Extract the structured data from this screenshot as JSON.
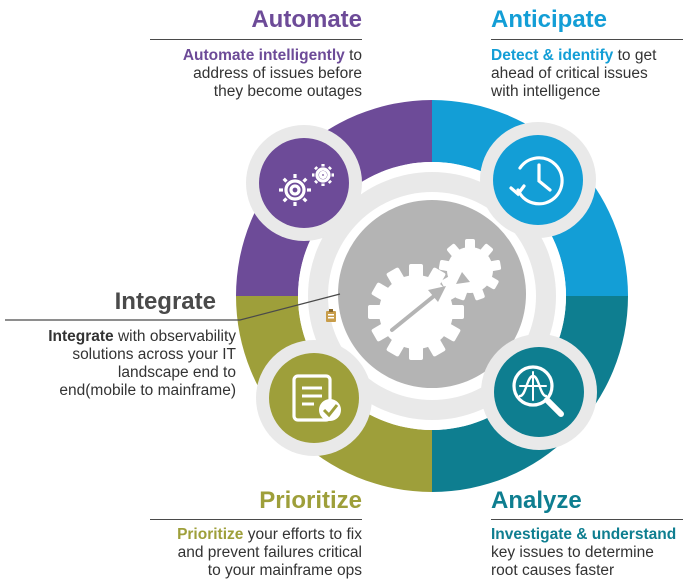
{
  "colors": {
    "automate": "#6d4b98",
    "anticipate": "#139ed6",
    "analyze": "#0e7e90",
    "prioritize": "#9e9f3a",
    "hub": "#b4b4b4",
    "ring": "#e9e9e9",
    "text": "#333333",
    "leader": "#4a4a4a"
  },
  "automate": {
    "title": "Automate",
    "desc_bold": "Automate intelligently",
    "desc_rest1": " to",
    "desc_line2": "address of issues before",
    "desc_line3": "they become outages",
    "icon": "gears-icon"
  },
  "anticipate": {
    "title": "Anticipate",
    "desc_bold": "Detect & identify",
    "desc_rest1": " to get",
    "desc_line2": "ahead of critical issues",
    "desc_line3": "with intelligence",
    "icon": "history-clock-icon"
  },
  "integrate": {
    "title": "Integrate",
    "desc_bold": "Integrate",
    "desc_rest1": " with observability",
    "desc_line2": "solutions across your IT",
    "desc_line3": "landscape end to",
    "desc_line4": "end(mobile to mainframe)",
    "icon": "gears-integration-icon"
  },
  "prioritize": {
    "title": "Prioritize",
    "desc_bold": "Prioritize",
    "desc_rest1": " your efforts to fix",
    "desc_line2": "and prevent failures critical",
    "desc_line3": "to your mainframe ops",
    "icon": "checklist-icon"
  },
  "analyze": {
    "title": "Analyze",
    "desc_bold": "Investigate & understand",
    "desc_line2": "key issues to determine",
    "desc_line3": "root causes faster",
    "icon": "magnifier-chart-icon"
  }
}
